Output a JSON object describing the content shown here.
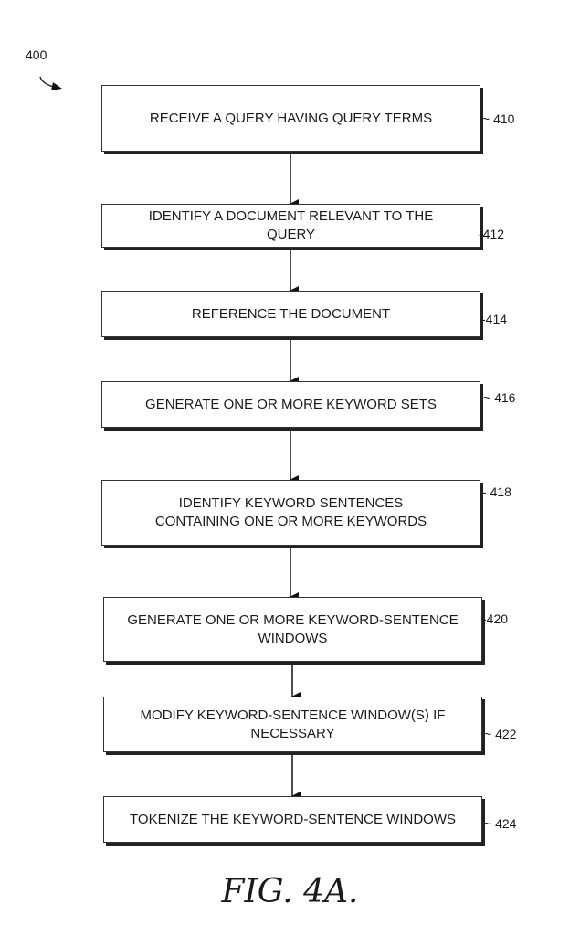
{
  "diagram": {
    "figure_ref": "400",
    "caption": "FIG. 4A.",
    "steps": [
      {
        "ref": "410",
        "text": "RECEIVE A QUERY HAVING QUERY TERMS"
      },
      {
        "ref": "412",
        "text": "IDENTIFY A DOCUMENT RELEVANT TO THE QUERY"
      },
      {
        "ref": "414",
        "text": "REFERENCE THE DOCUMENT"
      },
      {
        "ref": "416",
        "text": "GENERATE ONE OR MORE KEYWORD SETS"
      },
      {
        "ref": "418",
        "text": "IDENTIFY KEYWORD SENTENCES CONTAINING ONE OR MORE KEYWORDS"
      },
      {
        "ref": "420",
        "text": "GENERATE ONE OR MORE KEYWORD-SENTENCE WINDOWS"
      },
      {
        "ref": "422",
        "text": "MODIFY KEYWORD-SENTENCE WINDOW(S) IF NECESSARY"
      },
      {
        "ref": "424",
        "text": "TOKENIZE THE KEYWORD-SENTENCE WINDOWS"
      }
    ]
  }
}
